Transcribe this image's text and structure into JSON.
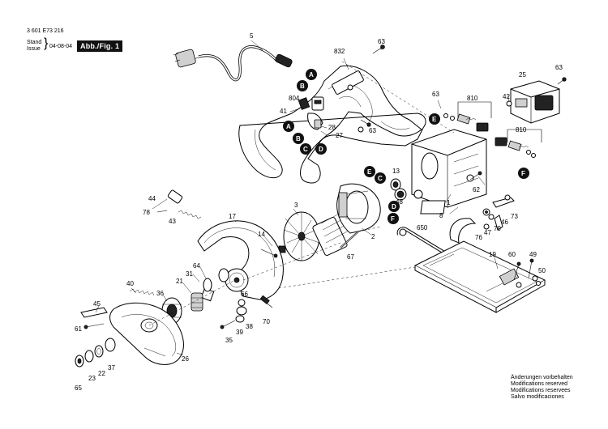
{
  "header": {
    "doc_number": "3 601 E73 216",
    "stand_label": "Stand",
    "issue_label": "Issue",
    "date": "04-08-04",
    "figure_label": "Abb./Fig. 1"
  },
  "footer_notes": [
    "Änderungen vorbehalten",
    "Modifications reserved",
    "Modifications reservees",
    "Salvo modificaciones"
  ],
  "parts": {
    "p5": "5",
    "p63a": "63",
    "p832": "832",
    "p804": "804",
    "p41": "41",
    "p28": "28",
    "p27": "27",
    "p63b": "63",
    "p63c": "63",
    "p810a": "810",
    "p25": "25",
    "p63d": "63",
    "p42": "42",
    "p810b": "810",
    "p13": "13",
    "p48": "48",
    "p62": "62",
    "p1": "1",
    "p8": "8",
    "p73": "73",
    "p46": "46",
    "p47": "47",
    "p79": "79",
    "p76": "76",
    "p44": "44",
    "p78": "78",
    "p43": "43",
    "p17": "17",
    "p3": "3",
    "p2": "2",
    "p14": "14",
    "p650": "650",
    "p67": "67",
    "p19": "19",
    "p60": "60",
    "p49": "49",
    "p50": "50",
    "p64": "64",
    "p31": "31",
    "p21": "21",
    "p40": "40",
    "p36": "36",
    "p45": "45",
    "p61": "61",
    "p66": "66",
    "p70": "70",
    "p35": "35",
    "p39": "39",
    "p38": "38",
    "p26": "26",
    "p37": "37",
    "p23": "23",
    "p22": "22",
    "p65": "65"
  },
  "markers": {
    "a1": "A",
    "b1": "B",
    "a2": "A",
    "b2": "B",
    "c1": "C",
    "d1": "D",
    "e1": "E",
    "f1": "F",
    "e2": "E",
    "c2": "C",
    "d2": "D",
    "f2": "F"
  }
}
